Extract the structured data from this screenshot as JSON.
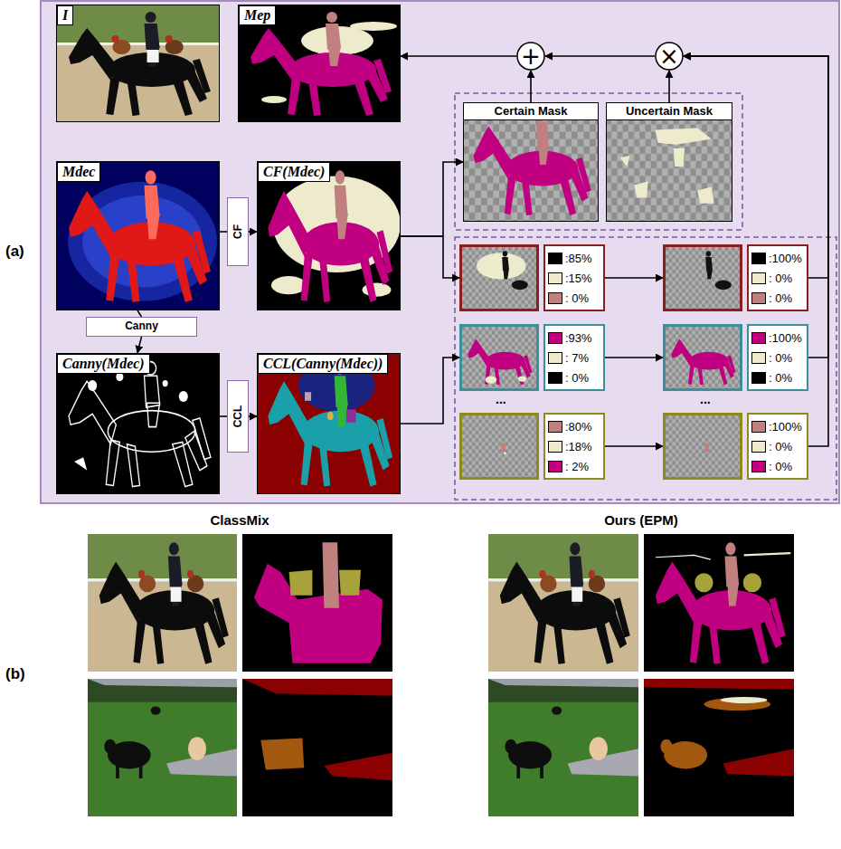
{
  "diagram": {
    "nodes": [
      {
        "text": [
          "I"
        ]
      },
      {
        "text": [
          "Mep"
        ]
      },
      {
        "text": [
          "+"
        ]
      },
      {
        "text": [
          "×"
        ]
      },
      {
        "text": [
          "Mdec"
        ]
      },
      {
        "text": [
          "CF"
        ]
      },
      {
        "text": [
          "CF(Mdec)"
        ]
      },
      {
        "text": [
          "Certain Mask"
        ]
      },
      {
        "text": [
          "Uncertain Mask"
        ]
      },
      {
        "text": [
          ":85%",
          ":15%",
          ": 0%"
        ]
      },
      {
        "text": [
          ":100%",
          ": 0%",
          ": 0%"
        ]
      },
      {
        "text": [
          "Canny"
        ]
      },
      {
        "text": [
          ":93%",
          ": 7%",
          ": 0%"
        ]
      },
      {
        "text": [
          ":100%",
          ": 0%",
          ": 0%"
        ]
      },
      {
        "text": [
          "Canny(Mdec)"
        ]
      },
      {
        "text": [
          "CCL"
        ]
      },
      {
        "text": [
          "CCL(Canny(Mdec))"
        ]
      },
      {
        "text": [
          ":80%",
          ":18%",
          ": 2%"
        ]
      },
      {
        "text": [
          ":100%",
          ": 0%",
          ": 0%"
        ]
      }
    ],
    "edges": [
      {
        "from": 4,
        "to": 5,
        "arrow": "none"
      },
      {
        "from": 5,
        "to": 6,
        "arrow": "to"
      },
      {
        "from": 4,
        "to": 11,
        "arrow": "none"
      },
      {
        "from": 11,
        "to": 14,
        "arrow": "to"
      },
      {
        "from": 14,
        "to": 15,
        "arrow": "none"
      },
      {
        "from": 15,
        "to": 16,
        "arrow": "to"
      },
      {
        "from": 6,
        "to": 7,
        "arrow": "to"
      },
      {
        "from": 6,
        "to": 9,
        "arrow": "to"
      },
      {
        "from": 16,
        "to": 12,
        "arrow": "to"
      },
      {
        "from": 9,
        "to": 10,
        "arrow": "to"
      },
      {
        "from": 12,
        "to": 13,
        "arrow": "to"
      },
      {
        "from": 17,
        "to": 18,
        "arrow": "to"
      },
      {
        "from": 7,
        "to": 2,
        "arrow": "to"
      },
      {
        "from": 8,
        "to": 3,
        "arrow": "to"
      },
      {
        "from": 3,
        "to": 2,
        "arrow": "to"
      },
      {
        "from": 2,
        "to": 1,
        "arrow": "to"
      },
      {
        "from": 10,
        "to": 3,
        "arrow": "to"
      },
      {
        "from": 13,
        "to": 3,
        "arrow": "to"
      },
      {
        "from": 18,
        "to": 3,
        "arrow": "to"
      }
    ],
    "labels": [
      "(a)",
      "...",
      "...",
      "(b)",
      "ClassMix",
      "Ours (EPM)"
    ]
  }
}
